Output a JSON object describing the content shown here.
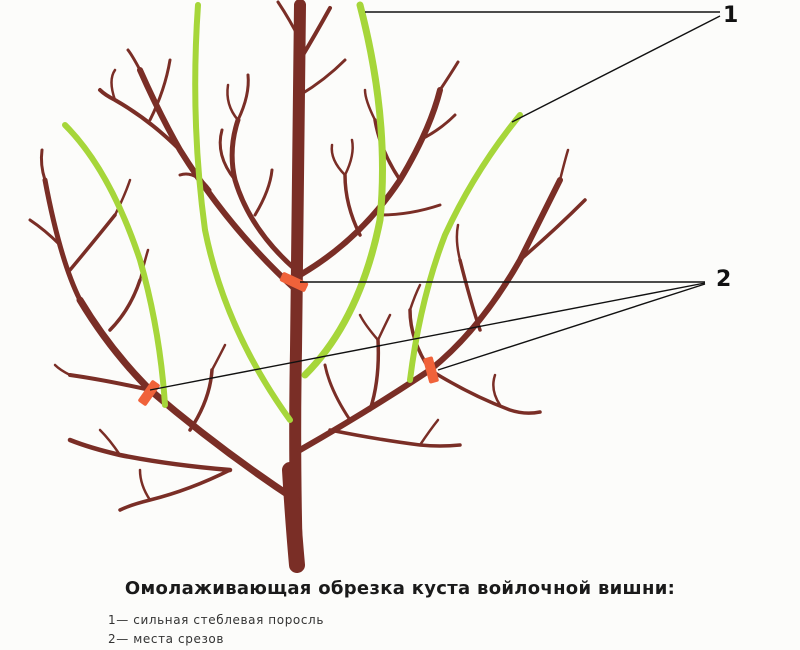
{
  "callouts": {
    "label_1": "1",
    "label_2": "2"
  },
  "caption": {
    "title": "Омолаживающая обрезка куста войлочной вишни:",
    "legend": [
      "1— сильная стеблевая поросль",
      "2— места срезов"
    ]
  },
  "colors": {
    "branch": "#7a2e26",
    "shoot": "#a6d63a",
    "cut_mark": "#f0623a",
    "leader_line": "#111111",
    "background": "#fcfcfa"
  }
}
